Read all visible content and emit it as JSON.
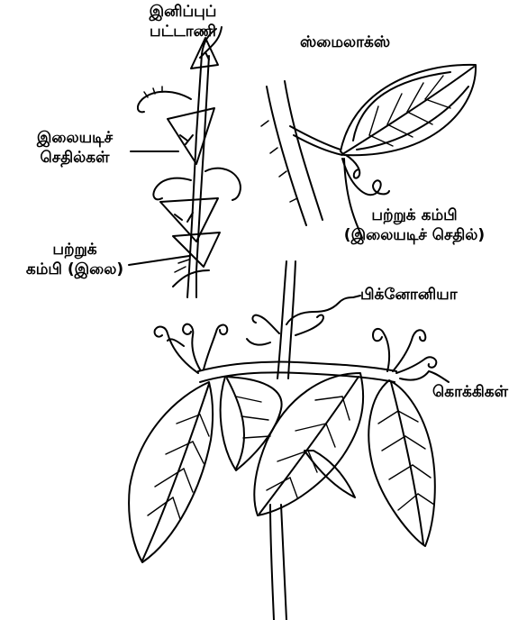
{
  "labels": {
    "sweet_pea": {
      "line1": "இனிப்புப்",
      "line2": "பட்டாணி"
    },
    "smilax": "ஸ்மைலாக்ஸ்",
    "leaf_base_stipules": {
      "line1": "இலையடிச்",
      "line2": "செதில்கள்"
    },
    "tendril_stipule": {
      "line1": "பற்றுக் கம்பி",
      "line2": "(இலையடிச் செதில்)"
    },
    "tendril_leaf": {
      "line1": "பற்றுக்",
      "line2": "கம்பி (இலை)"
    },
    "bignonia": "பிக்னோனியா",
    "hooks": "கொக்கிகள்"
  },
  "colors": {
    "ink": "#000000",
    "background": "#ffffff"
  }
}
